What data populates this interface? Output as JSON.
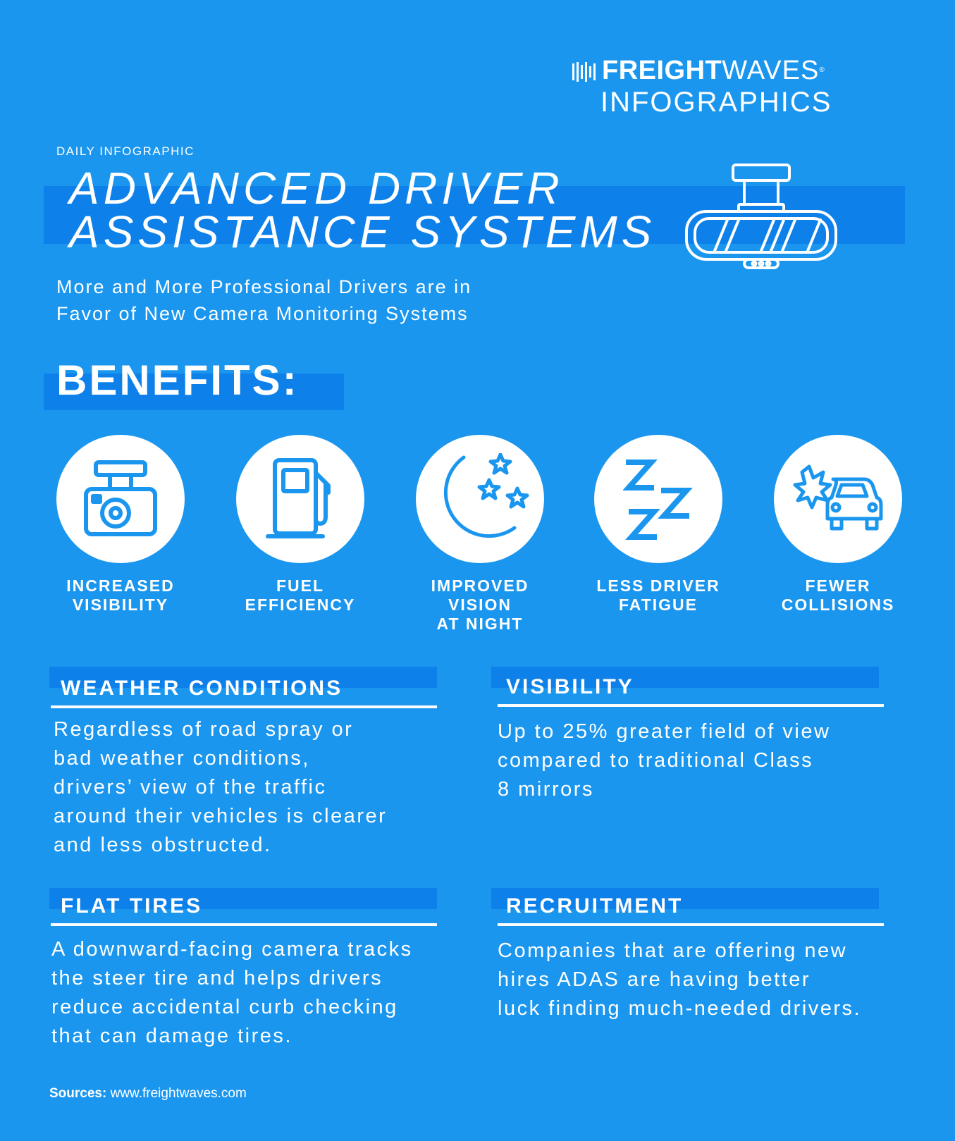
{
  "brand": {
    "name_bold": "FREIGHT",
    "name_light": "WAVES",
    "trademark": "®",
    "subtitle": "INFOGRAPHICS"
  },
  "kicker": "DAILY INFOGRAPHIC",
  "title": {
    "line1": "ADVANCED DRIVER",
    "line2": "ASSISTANCE SYSTEMS"
  },
  "subtitle": {
    "line1": "More and More Professional Drivers are in",
    "line2": "Favor of New Camera Monitoring Systems"
  },
  "benefits_heading": "BENEFITS:",
  "benefits": [
    {
      "icon": "dash-camera-icon",
      "line1": "INCREASED",
      "line2": "VISIBILITY",
      "line3": ""
    },
    {
      "icon": "fuel-pump-icon",
      "line1": "FUEL",
      "line2": "EFFICIENCY",
      "line3": ""
    },
    {
      "icon": "moon-stars-icon",
      "line1": "IMPROVED",
      "line2": "VISION",
      "line3": "AT NIGHT"
    },
    {
      "icon": "sleep-zzz-icon",
      "line1": "LESS DRIVER",
      "line2": "FATIGUE",
      "line3": ""
    },
    {
      "icon": "car-collision-icon",
      "line1": "FEWER",
      "line2": "COLLISIONS",
      "line3": ""
    }
  ],
  "sections": {
    "weather": {
      "heading": "WEATHER CONDITIONS",
      "lines": [
        "Regardless of road spray or",
        "bad weather conditions,",
        "drivers’ view of the traffic",
        "around their vehicles is clearer",
        "and less obstructed."
      ]
    },
    "visibility": {
      "heading": "VISIBILITY",
      "lines": [
        "Up to 25% greater field of view",
        "compared to traditional Class",
        "8 mirrors"
      ]
    },
    "flat_tires": {
      "heading": "FLAT TIRES",
      "lines": [
        "A downward-facing camera tracks",
        "the steer tire and helps drivers",
        "reduce accidental curb checking",
        "that can damage tires."
      ]
    },
    "recruitment": {
      "heading": "RECRUITMENT",
      "lines": [
        "Companies that are offering new",
        "hires ADAS are having better",
        "luck finding much-needed drivers."
      ]
    }
  },
  "sources": {
    "label": "Sources:",
    "value": "www.freightwaves.com"
  },
  "colors": {
    "background": "#1a96ef",
    "band": "#0d80ea",
    "icon": "#1a96ef",
    "text": "#ffffff"
  }
}
